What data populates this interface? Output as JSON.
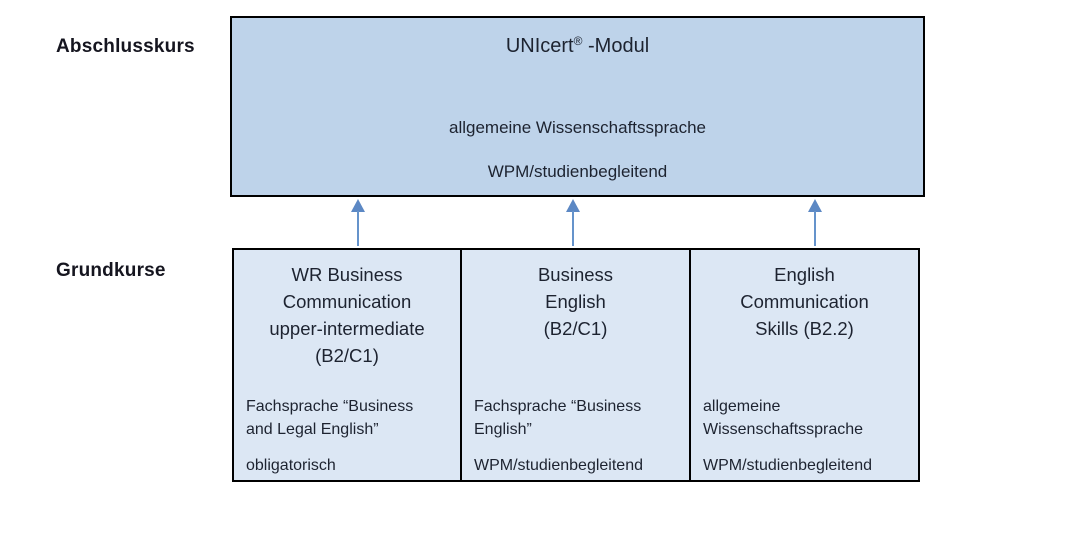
{
  "labels": {
    "abschlusskurs": "Abschlusskurs",
    "grundkurse": "Grundkurse"
  },
  "colors": {
    "top_box_fill": "#bed3ea",
    "bottom_box_fill": "#dce7f4",
    "border": "#000000",
    "arrow": "#6593cb",
    "text": "#1d2330"
  },
  "abschlusskurs_box": {
    "title": {
      "prefix": "UNIcert",
      "registered": "®",
      "suffix": " -Modul"
    },
    "line1": "allgemeine Wissenschaftssprache",
    "line2": "WPM/studienbegleitend"
  },
  "grundkurse_row": {
    "cells": [
      {
        "title_lines": [
          "WR Business",
          "Communication",
          "upper-intermediate",
          "(B2/C1)"
        ],
        "desc_lines": [
          "Fachsprache “Business",
          "and Legal English”"
        ],
        "bottom_line": "obligatorisch"
      },
      {
        "title_lines": [
          "Business",
          "English",
          "(B2/C1)"
        ],
        "desc_lines": [
          "Fachsprache “Business",
          "English”"
        ],
        "bottom_line": "WPM/studienbegleitend"
      },
      {
        "title_lines": [
          "English",
          "Communication",
          "Skills (B2.2)"
        ],
        "desc_lines": [
          "allgemeine",
          "Wissenschaftssprache"
        ],
        "bottom_line": "WPM/studienbegleitend"
      }
    ]
  }
}
